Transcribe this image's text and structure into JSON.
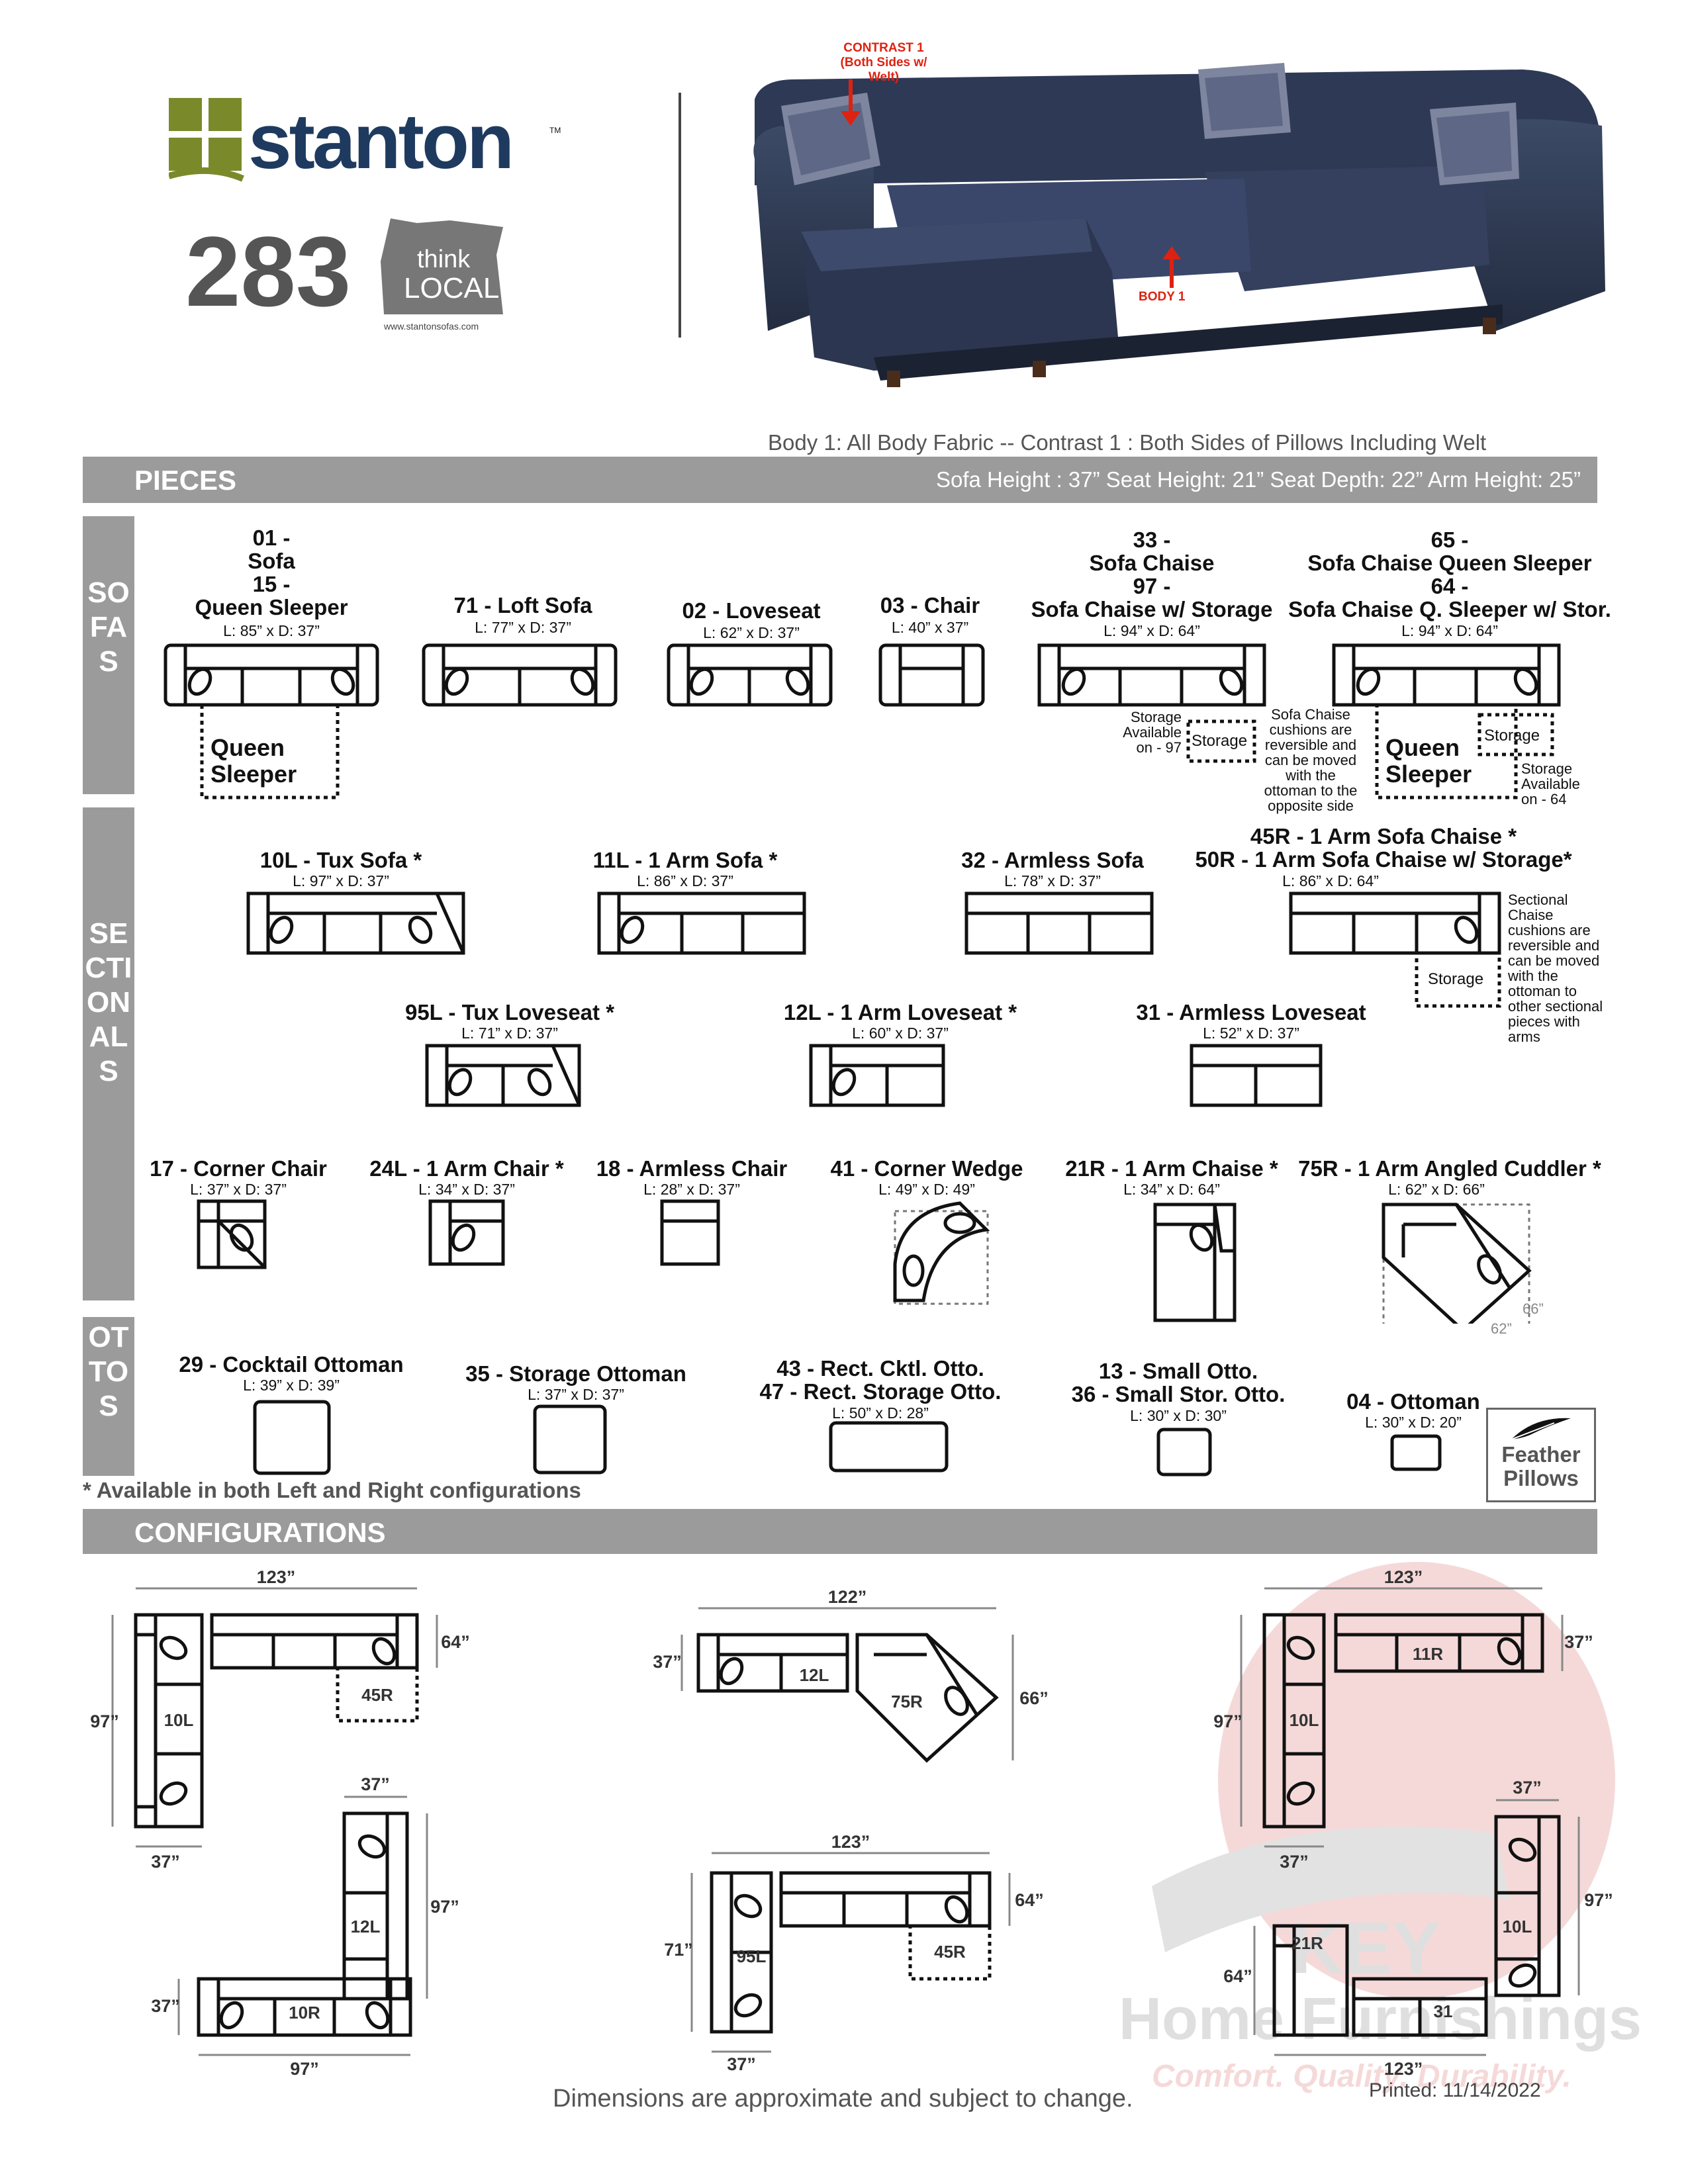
{
  "header": {
    "brand": "stanton",
    "tm": "TM",
    "model_number": "283",
    "think_local_line1": "think",
    "think_local_line2": "LOCAL",
    "website": "www.stantonsofas.com",
    "contrast_label_line1": "CONTRAST 1",
    "contrast_label_line2": "(Both Sides w/ Welt)",
    "body_label": "BODY 1",
    "fabric_note": "Body 1: All Body Fabric -- Contrast 1 : Both Sides of Pillows Including Welt"
  },
  "pieces_bar": {
    "title": "PIECES",
    "specs": "Sofa Height : 37”   Seat Height: 21”   Seat Depth: 22”   Arm Height: 25”"
  },
  "sidebars": {
    "sofas": "SOFAS",
    "sectionals": "SECTIONALS",
    "ottos": "OTTOS"
  },
  "sofas": [
    {
      "label": "01 -\nSofa\n15 -\nQueen Sleeper",
      "dim": "L: 85” x D: 37”"
    },
    {
      "label": "71 - Loft Sofa",
      "dim": "L: 77” x D: 37”"
    },
    {
      "label": "02 - Loveseat",
      "dim": "L: 62” x D: 37”"
    },
    {
      "label": "03 - Chair",
      "dim": "L: 40” x 37”"
    },
    {
      "label": "33 -\nSofa Chaise\n97 -\nSofa Chaise w/ Storage",
      "dim": "L: 94” x D: 64”"
    },
    {
      "label": "65 -\nSofa Chaise Queen Sleeper\n64 -\nSofa Chaise Q. Sleeper w/ Stor.",
      "dim": "L: 94” x D: 64”"
    }
  ],
  "sofa_notes": {
    "queen_sleeper": "Queen\nSleeper",
    "storage": "Storage",
    "storage_97": "Storage\nAvailable\non - 97",
    "reversible": "Sofa Chaise\ncushions are\nreversible and\ncan be moved\nwith the\nottoman to the\nopposite side",
    "storage_64": "Storage\nAvailable\non - 64"
  },
  "sectionals": [
    {
      "label": "10L - Tux Sofa *",
      "dim": "L: 97” x D: 37”"
    },
    {
      "label": "11L - 1 Arm Sofa *",
      "dim": "L: 86” x D: 37”"
    },
    {
      "label": "32 - Armless Sofa",
      "dim": "L: 78” x D: 37”"
    },
    {
      "label": "45R - 1 Arm Sofa Chaise *\n50R - 1 Arm Sofa Chaise w/ Storage*",
      "dim": "L: 86” x D: 64”"
    },
    {
      "label": "95L - Tux Loveseat *",
      "dim": "L: 71” x D: 37”"
    },
    {
      "label": "12L - 1 Arm Loveseat *",
      "dim": "L: 60” x D: 37”"
    },
    {
      "label": "31 - Armless Loveseat",
      "dim": "L: 52” x D: 37”"
    },
    {
      "label": "17 - Corner Chair",
      "dim": "L: 37” x D: 37”"
    },
    {
      "label": "24L - 1 Arm Chair *",
      "dim": "L: 34” x D: 37”"
    },
    {
      "label": "18 - Armless Chair",
      "dim": "L: 28” x D: 37”"
    },
    {
      "label": "41 - Corner Wedge",
      "dim": "L: 49” x D: 49”"
    },
    {
      "label": "21R - 1 Arm Chaise *",
      "dim": "L: 34” x D: 64”"
    },
    {
      "label": "75R - 1 Arm Angled Cuddler *",
      "dim": "L: 62” x D: 66”"
    }
  ],
  "sectional_notes": {
    "reversible": "Sectional\nChaise\ncushions are\nreversible and\ncan be moved\nwith the\nottoman to\nother sectional\npieces with\narms",
    "storage": "Storage",
    "cuddler_66": "66”",
    "cuddler_62": "62”"
  },
  "ottomans": [
    {
      "label": "29 - Cocktail Ottoman",
      "dim": "L: 39” x D: 39”"
    },
    {
      "label": "35 - Storage Ottoman",
      "dim": "L: 37” x D: 37”"
    },
    {
      "label": "43 - Rect. Cktl. Otto.\n47 - Rect. Storage Otto.",
      "dim": "L: 50” x D: 28”"
    },
    {
      "label": "13 - Small Otto.\n36 - Small Stor. Otto.",
      "dim": "L: 30” x D: 30”"
    },
    {
      "label": "04 - Ottoman",
      "dim": "L: 30” x D: 20”"
    }
  ],
  "feather_pillows": "Feather\nPillows",
  "availability_note": "* Available in both Left and Right configurations",
  "configurations_bar": {
    "title": "CONFIGURATIONS"
  },
  "configurations": {
    "c1": {
      "top": "123”",
      "right": "64”",
      "left": "97”",
      "bottom": "37”",
      "pieces": [
        "10L",
        "45R"
      ]
    },
    "c2": {
      "top": "122”",
      "left": "37”",
      "right": "66”",
      "pieces": [
        "12L",
        "75R"
      ]
    },
    "c3": {
      "top": "123”",
      "right": "37”",
      "left": "97”",
      "bottom": "37”",
      "pieces": [
        "10L",
        "11R"
      ]
    },
    "c4": {
      "top": "37”",
      "right": "97”",
      "left": "37”",
      "bottom": "97”",
      "pieces": [
        "12L",
        "10R"
      ]
    },
    "c5": {
      "top": "123”",
      "right": "64”",
      "left": "71”",
      "bottom": "37”",
      "pieces": [
        "95L",
        "45R"
      ]
    },
    "c6": {
      "top": "37”",
      "right": "97”",
      "left": "64”",
      "bottom": "123”",
      "pieces": [
        "10L",
        "21R",
        "31"
      ]
    }
  },
  "footer": {
    "disclaimer": "Dimensions are approximate and subject to change.",
    "printed": "Printed: 11/14/2022"
  },
  "watermark": {
    "line1": "KEY",
    "line2": "Home Furnishings",
    "tagline": "Comfort. Quality. Durability."
  }
}
